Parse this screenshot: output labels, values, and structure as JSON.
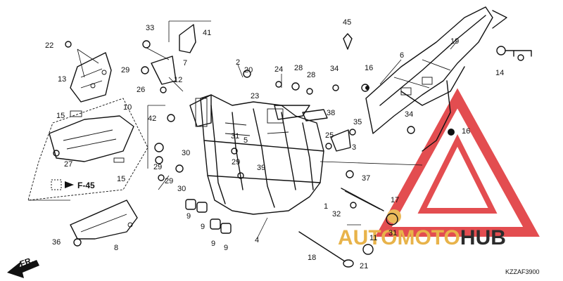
{
  "diagram": {
    "drawing_code": "KZZAF3900",
    "ref_label": "F-45",
    "direction_label": "FR.",
    "callouts": [
      "1",
      "2",
      "3",
      "4",
      "5",
      "6",
      "7",
      "8",
      "9",
      "10",
      "11",
      "12",
      "13",
      "14",
      "15",
      "16",
      "17",
      "18",
      "19",
      "20",
      "21",
      "22",
      "23",
      "24",
      "25",
      "26",
      "27",
      "28",
      "29",
      "30",
      "31",
      "32",
      "33",
      "34",
      "35",
      "36",
      "37",
      "38",
      "39",
      "41",
      "42",
      "45"
    ]
  },
  "watermark": {
    "part1": "AUTO",
    "part2": "MOTO",
    "part3": "HUB",
    "color_red": "#e03a3e",
    "color_gold": "#e8b34a",
    "color_dark": "#2b2b2b"
  }
}
